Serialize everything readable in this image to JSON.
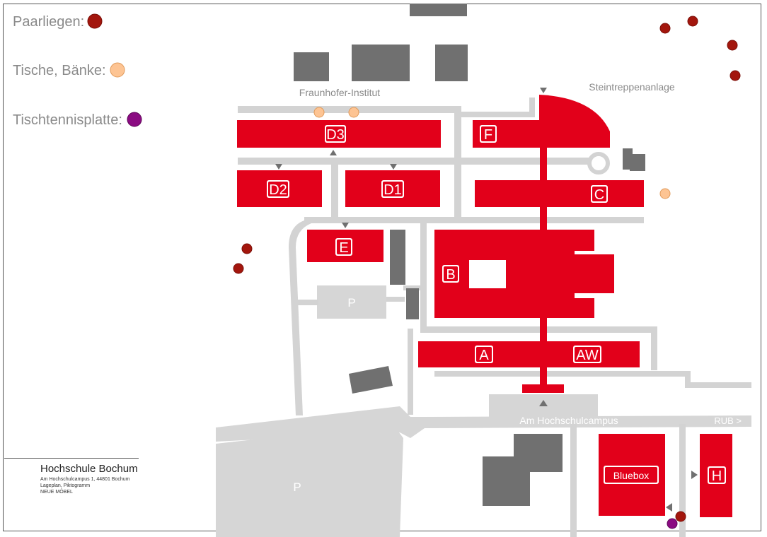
{
  "legend": [
    {
      "label": "Paarliegen:",
      "color": "#a3160d"
    },
    {
      "label": "Tische, Bänke:",
      "color": "#fdc493"
    },
    {
      "label": "Tischtennisplatte:",
      "color": "#8b0b82"
    }
  ],
  "place_labels": {
    "fraunhofer": "Fraunhofer-Institut",
    "steintreppen": "Steintreppenanlage",
    "street": "Am Hochschulcampus",
    "rub": "RUB >"
  },
  "buildings": {
    "d3": "D3",
    "f": "F",
    "d2": "D2",
    "d1": "D1",
    "c": "C",
    "e": "E",
    "b": "B",
    "a": "A",
    "aw": "AW",
    "bluebox": "Bluebox",
    "h": "H"
  },
  "parking": {
    "p1": "P",
    "p2": "P"
  },
  "footer": {
    "title": "Hochschule Bochum",
    "address": "Am Hochschulcampus 1, 44801 Bochum",
    "subtitle": "Lageplan, Piktogramm",
    "note": "NEUE MÖBEL"
  },
  "colors": {
    "building": "#e2001a",
    "path": "#d3d3d3",
    "structure": "#707070",
    "parking": "#dcdcdc"
  }
}
